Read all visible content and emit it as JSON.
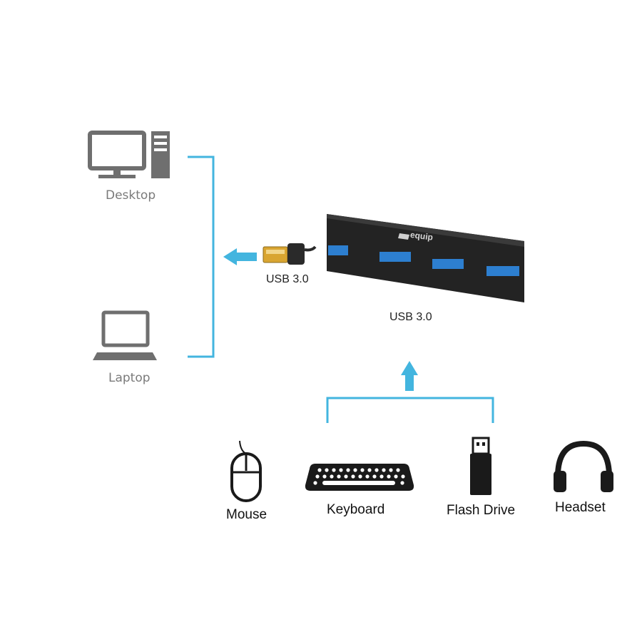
{
  "colors": {
    "connector": "#43b5df",
    "icon_gray": "#6f6f6f",
    "icon_dark": "#1a1a1a",
    "hub_body": "#232323",
    "port_blue": "#2d7fd0"
  },
  "hosts": [
    {
      "label": "Desktop",
      "icon": "desktop-computer-icon"
    },
    {
      "label": "Laptop",
      "icon": "laptop-icon"
    }
  ],
  "cable": {
    "label": "USB 3.0",
    "icon": "usb-plug-icon"
  },
  "hub": {
    "brand": "equip",
    "label": "USB 3.0",
    "port_count": 4
  },
  "devices": [
    {
      "label": "Mouse",
      "icon": "mouse-icon"
    },
    {
      "label": "Keyboard",
      "icon": "keyboard-icon"
    },
    {
      "label": "Flash Drive",
      "icon": "flash-drive-icon"
    },
    {
      "label": "Headset",
      "icon": "headset-icon"
    }
  ]
}
